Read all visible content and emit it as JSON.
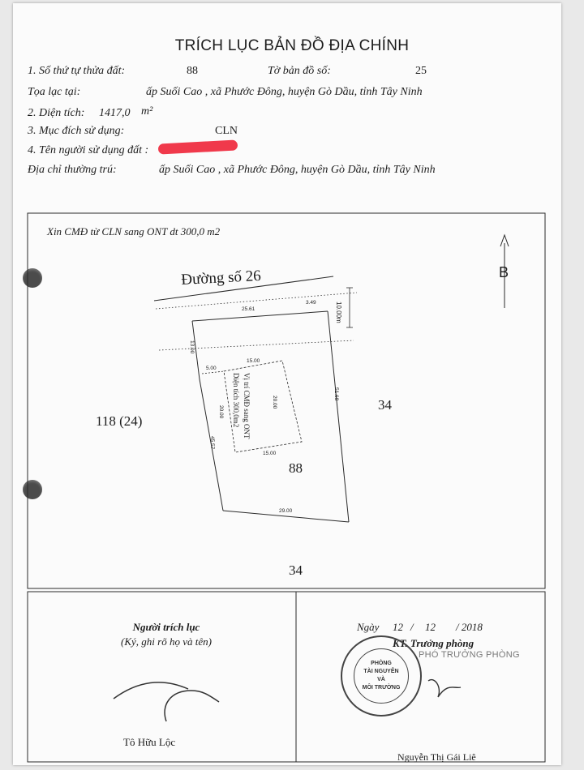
{
  "document": {
    "title": "TRÍCH LỤC BẢN ĐỒ ĐỊA CHÍNH"
  },
  "info": {
    "parcel_number_label": "1. Số thứ tự thửa đất:",
    "parcel_number": "88",
    "map_sheet_label": "Tờ bản đồ số:",
    "map_sheet": "25",
    "location_label": "Tọa lạc tại:",
    "location": "ấp Suối Cao , xã Phước Đông, huyện Gò Dầu, tỉnh Tây Ninh",
    "area_label": "2. Diện tích:",
    "area_value": "1417,0",
    "area_unit": "m²",
    "purpose_label": "3. Mục đích sử dụng:",
    "purpose": "CLN",
    "owner_label": "4. Tên người sử dụng đất :",
    "address_label": "Địa chỉ thường trú:",
    "address": "ấp Suối Cao , xã Phước Đông, huyện Gò Dầu, tỉnh Tây Ninh"
  },
  "map": {
    "note": "Xin CMĐ từ CLN sang ONT dt 300,0 m2",
    "road_name": "Đường số 26",
    "north_letter": "B",
    "parcel_main": "88",
    "neighbor_west": "118 (24)",
    "neighbor_east": "34",
    "neighbor_south": "34",
    "dims": {
      "top_width": "25.61",
      "top_small": "3.49",
      "road_width": "10.00m",
      "left_top": "13.00",
      "left_bottom": "45.57",
      "right": "51.68",
      "bottom": "29.00",
      "inner_offset": "5.00",
      "inner_top": "15.00",
      "inner_bottom": "15.00",
      "inner_left": "20.00",
      "inner_right": "20.00"
    },
    "inner_label_line1": "Vị trí CMĐ sang ONT",
    "inner_label_line2": "Diện tích 300,0m2"
  },
  "signatures": {
    "left_title": "Người trích lục",
    "left_sub": "(Ký, ghi rõ họ và tên)",
    "left_name": "Tô Hữu Lộc",
    "date_prefix": "Ngày",
    "date_day": "12",
    "date_month": "12",
    "date_year": "/ 2018",
    "right_title": "KT. Trưởng phòng",
    "right_stamp_title": "PHÓ TRƯỞNG PHÒNG",
    "right_name": "Nguyễn Thị Gái Liê",
    "seal_line1": "PHÒNG",
    "seal_line2": "TÀI NGUYÊN",
    "seal_line3": "VÀ",
    "seal_line4": "MÔI TRƯỜNG"
  }
}
